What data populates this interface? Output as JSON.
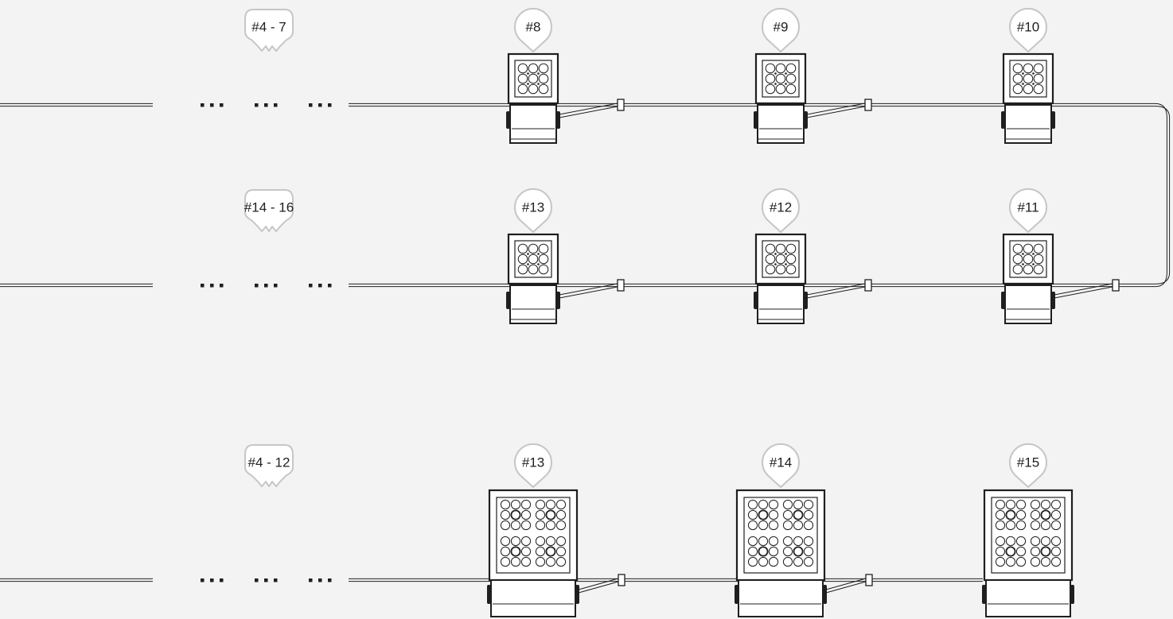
{
  "colors": {
    "background": "#f3f3f3",
    "line": "#1f1f1f",
    "pin_outline": "#c6c6c6",
    "pin_fill": "#ffffff"
  },
  "ellipsis": "...",
  "rows": [
    {
      "id": "row-1",
      "group_label": "#4 - 7",
      "fixtures": [
        {
          "label": "#8",
          "size": "small"
        },
        {
          "label": "#9",
          "size": "small"
        },
        {
          "label": "#10",
          "size": "small"
        }
      ]
    },
    {
      "id": "row-2",
      "group_label": "#14 - 16",
      "fixtures": [
        {
          "label": "#13",
          "size": "small"
        },
        {
          "label": "#12",
          "size": "small"
        },
        {
          "label": "#11",
          "size": "small"
        }
      ]
    },
    {
      "id": "row-3",
      "group_label": "#4 - 12",
      "fixtures": [
        {
          "label": "#13",
          "size": "large"
        },
        {
          "label": "#14",
          "size": "large"
        },
        {
          "label": "#15",
          "size": "large"
        }
      ]
    }
  ]
}
